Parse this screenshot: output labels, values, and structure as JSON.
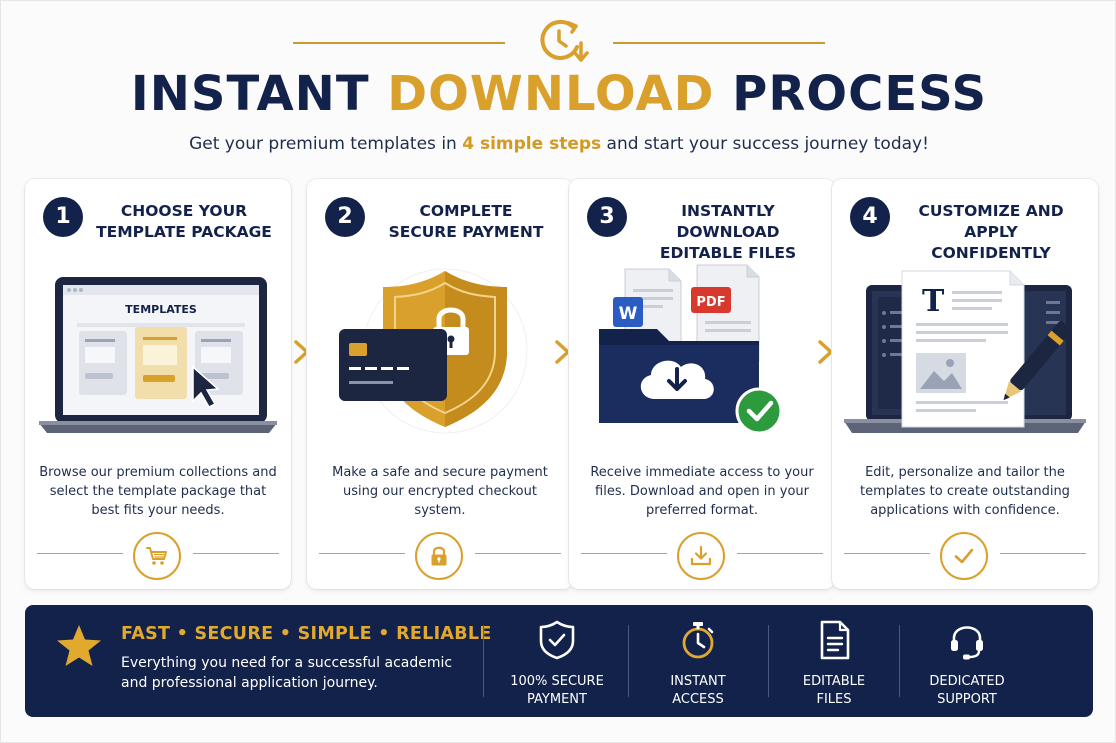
{
  "header": {
    "title_part1": "INSTANT",
    "title_part2": "DOWNLOAD",
    "title_part3": "PROCESS",
    "subtitle_before": "Get your premium templates in ",
    "subtitle_highlight": "4 simple steps",
    "subtitle_after": " and start your success journey today!"
  },
  "colors": {
    "navy": "#13224a",
    "gold": "#d9a02c",
    "green": "#2e9a3e"
  },
  "steps": [
    {
      "number": "1",
      "title": "CHOOSE YOUR\nTEMPLATE PACKAGE",
      "illustration_label": "TEMPLATES",
      "description": "Browse our premium collections and select the template package that best fits your needs.",
      "icon": "shopping-cart-icon"
    },
    {
      "number": "2",
      "title": "COMPLETE\nSECURE PAYMENT",
      "description": "Make a safe and secure payment using our encrypted checkout system.",
      "icon": "padlock-icon"
    },
    {
      "number": "3",
      "title": "INSTANTLY DOWNLOAD\nEDITABLE FILES",
      "illustration_word": "W",
      "illustration_pdf": "PDF",
      "description": "Receive immediate access to your files. Download and open in your preferred format.",
      "icon": "download-tray-icon"
    },
    {
      "number": "4",
      "title": "CUSTOMIZE AND APPLY\nCONFIDENTLY",
      "illustration_text_glyph": "T",
      "description": "Edit, personalize and tailor the templates to create outstanding applications with confidence.",
      "icon": "checkmark-icon"
    }
  ],
  "banner": {
    "tagline": "FAST • SECURE • SIMPLE • RELIABLE",
    "description": "Everything you need for a successful academic and professional application journey.",
    "features": [
      {
        "label": "100% SECURE\nPAYMENT",
        "icon": "shield-check-icon"
      },
      {
        "label": "INSTANT\nACCESS",
        "icon": "stopwatch-icon"
      },
      {
        "label": "EDITABLE\nFILES",
        "icon": "document-icon"
      },
      {
        "label": "DEDICATED\nSUPPORT",
        "icon": "headset-icon"
      }
    ]
  }
}
